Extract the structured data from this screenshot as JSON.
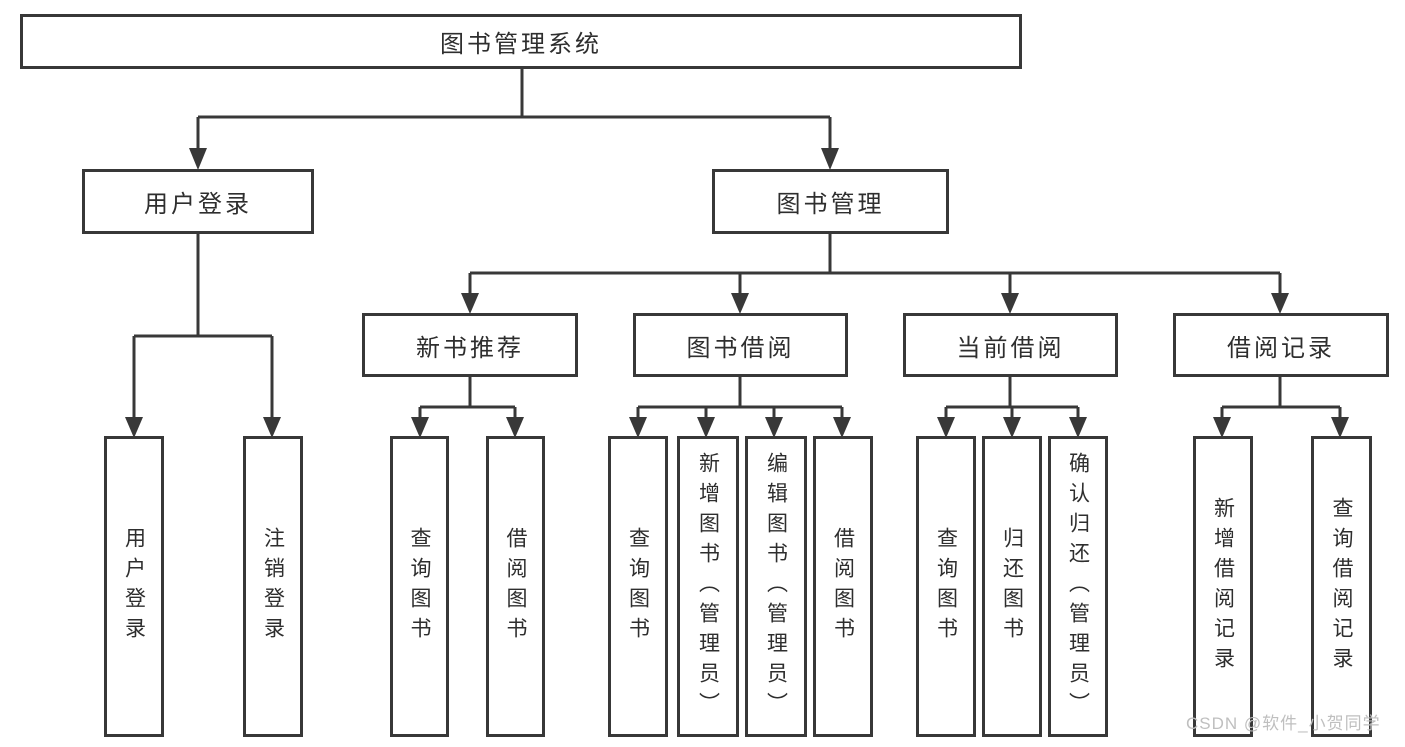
{
  "colors": {
    "page_background": "#ffffff",
    "line": "#383838",
    "node_border": "#383838",
    "node_background": "#ffffff",
    "text": "#2e2e2e",
    "watermark": "#bfbfbf"
  },
  "watermark": {
    "text": "CSDN @软件_小贺同学"
  },
  "tree": {
    "label": "图书管理系统",
    "children": [
      {
        "label": "用户登录",
        "children": [
          {
            "label": "用户登录"
          },
          {
            "label": "注销登录"
          }
        ]
      },
      {
        "label": "图书管理",
        "children": [
          {
            "label": "新书推荐",
            "children": [
              {
                "label": "查询图书"
              },
              {
                "label": "借阅图书"
              }
            ]
          },
          {
            "label": "图书借阅",
            "children": [
              {
                "label": "查询图书"
              },
              {
                "label": "新增图书（管理员）"
              },
              {
                "label": "编辑图书（管理员）"
              },
              {
                "label": "借阅图书"
              }
            ]
          },
          {
            "label": "当前借阅",
            "children": [
              {
                "label": "查询图书"
              },
              {
                "label": "归还图书"
              },
              {
                "label": "确认归还（管理员）"
              }
            ]
          },
          {
            "label": "借阅记录",
            "children": [
              {
                "label": "新增借阅记录"
              },
              {
                "label": "查询借阅记录"
              }
            ]
          }
        ]
      }
    ]
  }
}
